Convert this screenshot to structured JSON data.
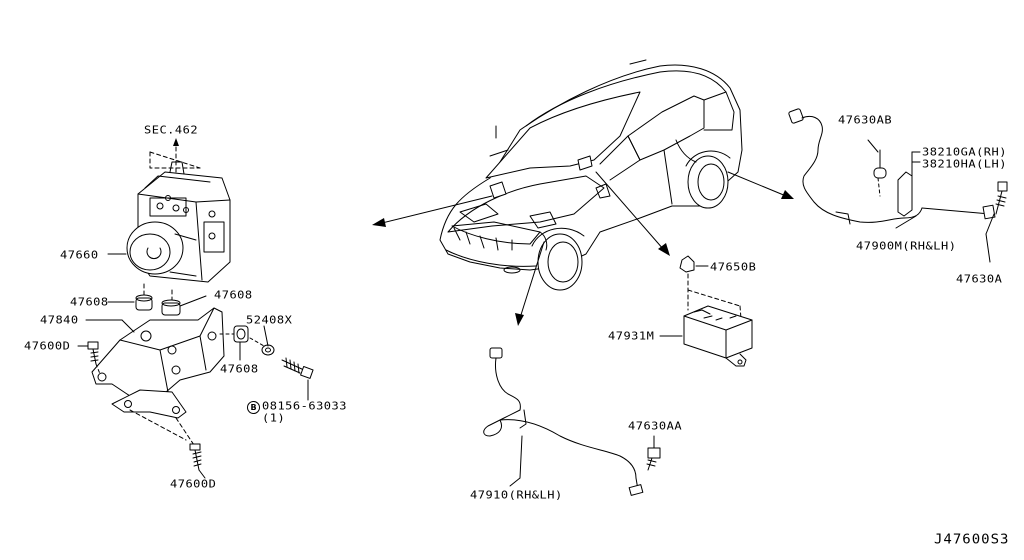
{
  "diagram": {
    "part_labels": {
      "sec_462": "SEC.462",
      "p47660": "47660",
      "p47608_left": "47608",
      "p47608_mid": "47608",
      "p47608_low": "47608",
      "p47840": "47840",
      "p47600d_top": "47600D",
      "p47600d_bottom": "47600D",
      "p52408x": "52408X",
      "p08156": "08156-63033",
      "p08156_qty": "(1)",
      "p08156_prefix": "B",
      "p47630ab": "47630AB",
      "p38210ga": "38210GA(RH)",
      "p38210ha": "38210HA(LH)",
      "p47900m": "47900M(RH&LH)",
      "p47630a": "47630A",
      "p47650b": "47650B",
      "p47931m": "47931M",
      "p47630aa": "47630AA",
      "p47910": "47910(RH&LH)"
    },
    "drawing_code": "J47600S3"
  }
}
